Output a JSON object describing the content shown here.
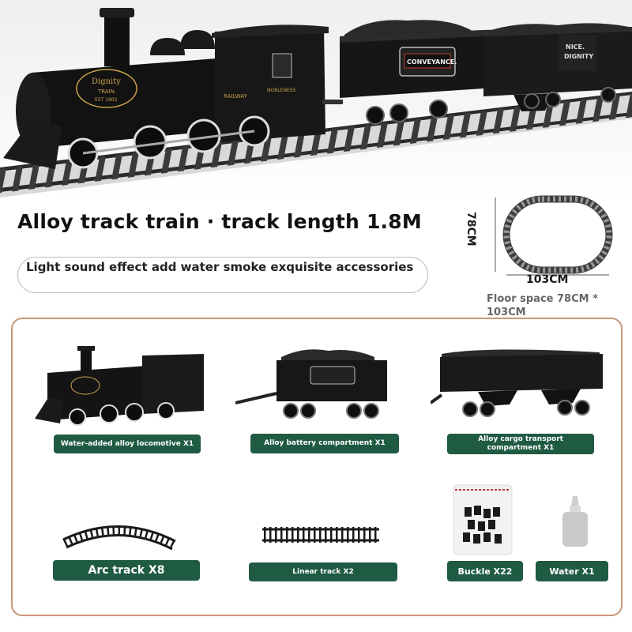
{
  "headline": "Alloy track train · track length 1.8M",
  "features": "Light sound effect add water smoke exquisite accessories",
  "loop_diagram": {
    "height_label": "78CM",
    "width_label": "103CM",
    "floor_space": "Floor space 78CM * 103CM"
  },
  "decals": {
    "dignity": "Dignity",
    "train": "TRAIN",
    "est": "EST 1902",
    "railway": "RAILWAY",
    "nobleness": "NOBLENESS",
    "conveyance": "CONVEYANCE.",
    "nice": "NICE.",
    "dignity_car": "DIGNITY"
  },
  "items": [
    {
      "label": "Water-added alloy locomotive X1"
    },
    {
      "label": "Alloy battery compartment X1"
    },
    {
      "label": "Alloy cargo transport compartment X1"
    },
    {
      "label": "Arc track X8"
    },
    {
      "label": "Linear track X2"
    },
    {
      "label": "Buckle X22"
    },
    {
      "label": "Water X1"
    }
  ],
  "colors": {
    "label_bg": "#1f5a43",
    "panel_border": "#c9957a",
    "train_body": "#151515",
    "gold_trim": "#c8a24a"
  }
}
